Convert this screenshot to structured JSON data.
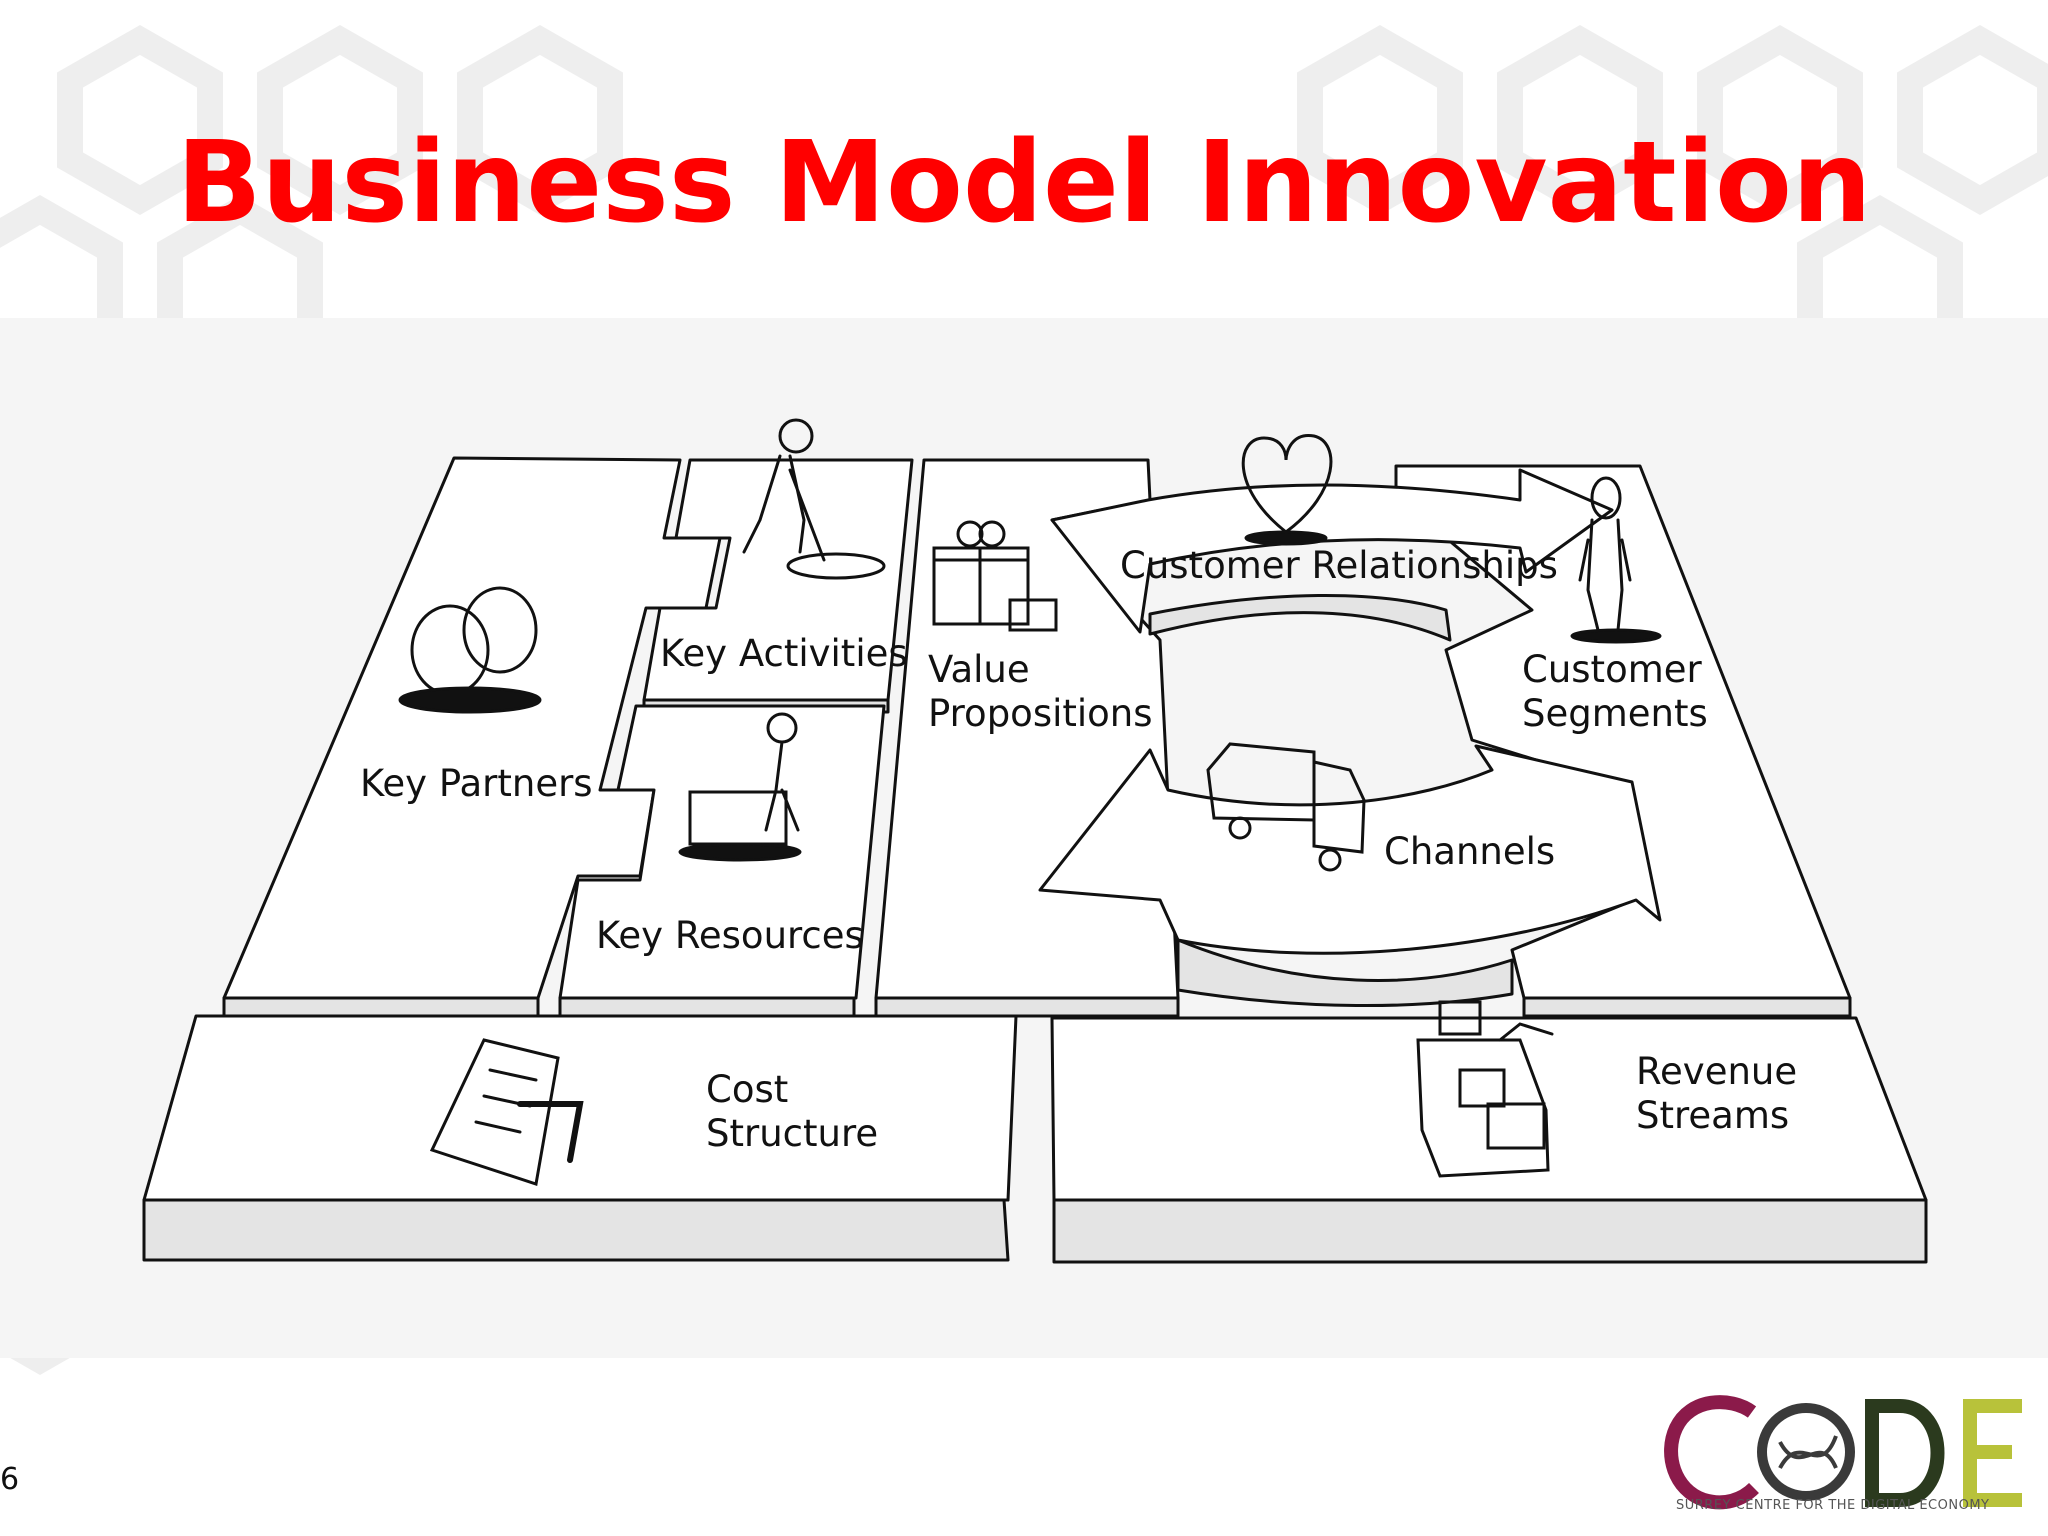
{
  "slide": {
    "title": "Business Model Innovation",
    "page_number": "6"
  },
  "canvas": {
    "blocks": [
      {
        "id": "key-partners",
        "label": "Key Partners"
      },
      {
        "id": "key-activities",
        "label": "Key Activities"
      },
      {
        "id": "key-resources",
        "label": "Key Resources"
      },
      {
        "id": "value-propositions",
        "label": "Value\nPropositions"
      },
      {
        "id": "customer-relationships",
        "label": "Customer Relationships"
      },
      {
        "id": "channels",
        "label": "Channels"
      },
      {
        "id": "customer-segments",
        "label": "Customer\nSegments"
      },
      {
        "id": "cost-structure",
        "label": "Cost\nStructure"
      },
      {
        "id": "revenue-streams",
        "label": "Revenue\nStreams"
      }
    ],
    "icons": [
      "rings-icon",
      "digging-person-icon",
      "builder-person-icon",
      "gift-box-icon",
      "heart-icon",
      "standing-person-icon",
      "truck-icon",
      "invoice-icon",
      "cash-register-icon"
    ]
  },
  "logo": {
    "text": "CODE",
    "subtitle": "SURREY CENTRE FOR THE DIGITAL ECONOMY",
    "colors": [
      "#8b1a4a",
      "#d9367a",
      "#3a3a3a",
      "#2b3a1e",
      "#b8c23a"
    ]
  },
  "colors": {
    "title": "#ff0000",
    "stroke": "#111111",
    "block_fill": "#ffffff",
    "block_side": "#e6e6e6",
    "hex_pattern": "#ececec"
  }
}
